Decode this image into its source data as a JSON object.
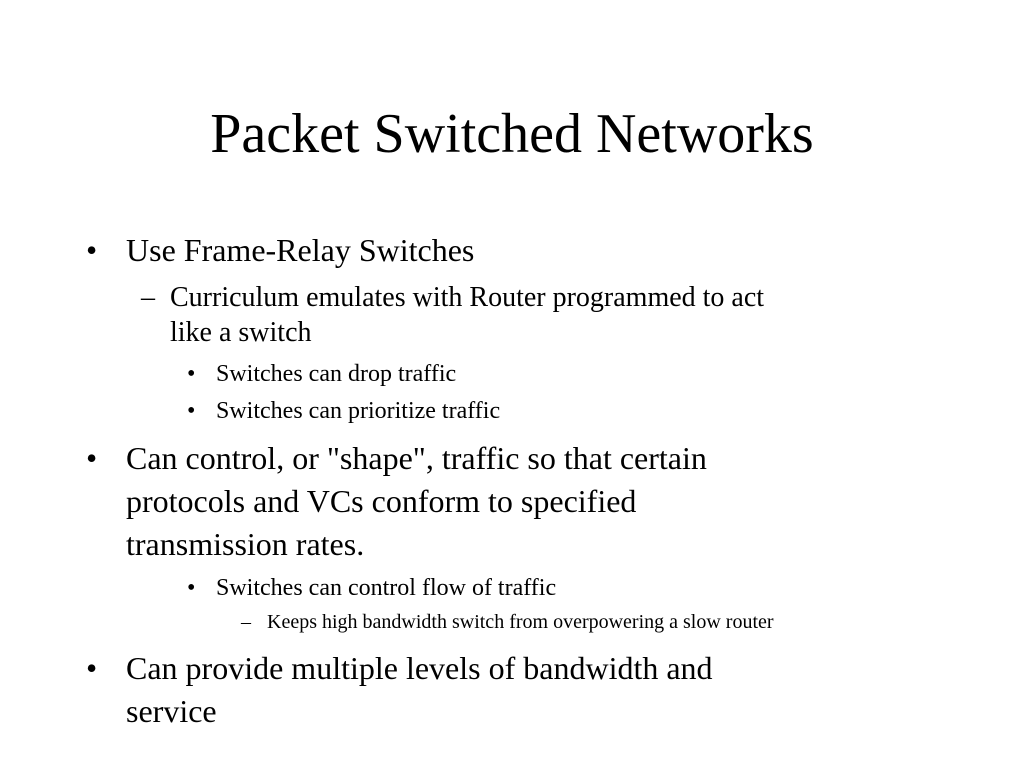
{
  "slide": {
    "title": "Packet Switched Networks",
    "items": [
      {
        "bullet": "•",
        "lines": [
          "Use Frame-Relay Switches"
        ]
      },
      {
        "bullet": "–",
        "lines": [
          "Curriculum emulates with Router programmed to act",
          "like a switch"
        ]
      },
      {
        "bullet": "•",
        "lines": [
          "Switches can drop traffic"
        ]
      },
      {
        "bullet": "•",
        "lines": [
          "Switches can prioritize traffic"
        ]
      },
      {
        "bullet": "•",
        "lines": [
          "Can control, or \"shape\", traffic so that certain",
          "protocols and VCs conform to specified",
          "transmission rates."
        ]
      },
      {
        "bullet": "•",
        "lines": [
          "Switches can control flow of traffic"
        ]
      },
      {
        "bullet": "–",
        "lines": [
          "Keeps high bandwidth switch from overpowering a slow router"
        ]
      },
      {
        "bullet": "•",
        "lines": [
          "Can provide multiple levels of bandwidth and",
          "service"
        ]
      }
    ]
  }
}
